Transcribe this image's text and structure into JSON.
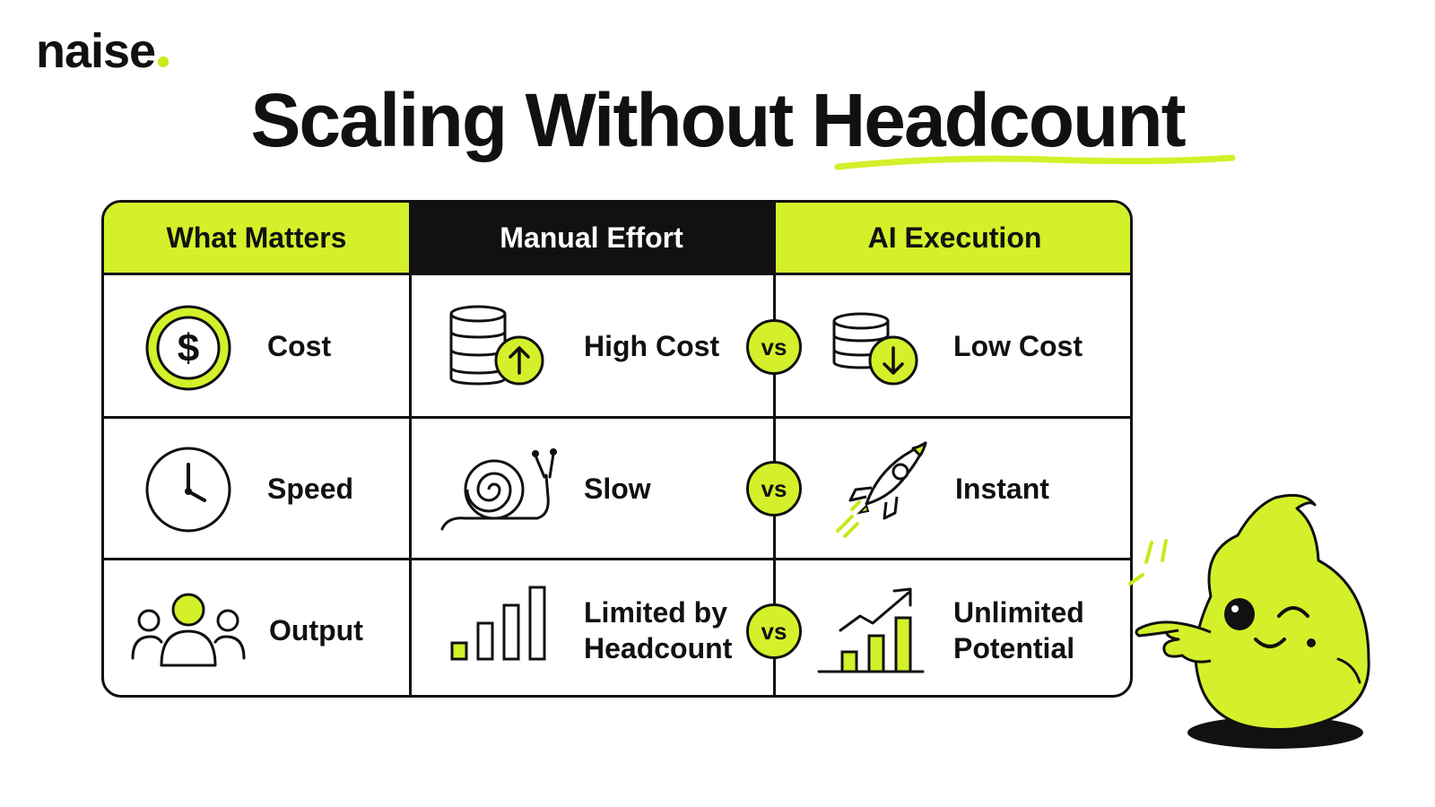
{
  "brand": {
    "name": "naise"
  },
  "title": {
    "part1": "Scaling Without ",
    "highlight": "Headcount"
  },
  "headers": {
    "col1": "What Matters",
    "col2": "Manual Effort",
    "col3": "AI Execution"
  },
  "vs_label": "vs",
  "rows": [
    {
      "factor": "Cost",
      "factor_icon": "dollar-coin-icon",
      "manual": "High Cost",
      "manual_icon": "database-arrow-up-icon",
      "ai": "Low Cost",
      "ai_icon": "database-arrow-down-icon"
    },
    {
      "factor": "Speed",
      "factor_icon": "clock-icon",
      "manual": "Slow",
      "manual_icon": "snail-icon",
      "ai": "Instant",
      "ai_icon": "rocket-icon"
    },
    {
      "factor": "Output",
      "factor_icon": "team-icon",
      "manual_line1": "Limited by",
      "manual_line2": "Headcount",
      "manual_icon": "bar-chart-icon",
      "ai_line1": "Unlimited",
      "ai_line2": "Potential",
      "ai_icon": "growth-chart-icon"
    }
  ],
  "colors": {
    "accent": "#d4f02a",
    "dark": "#111111",
    "background": "#ffffff"
  }
}
